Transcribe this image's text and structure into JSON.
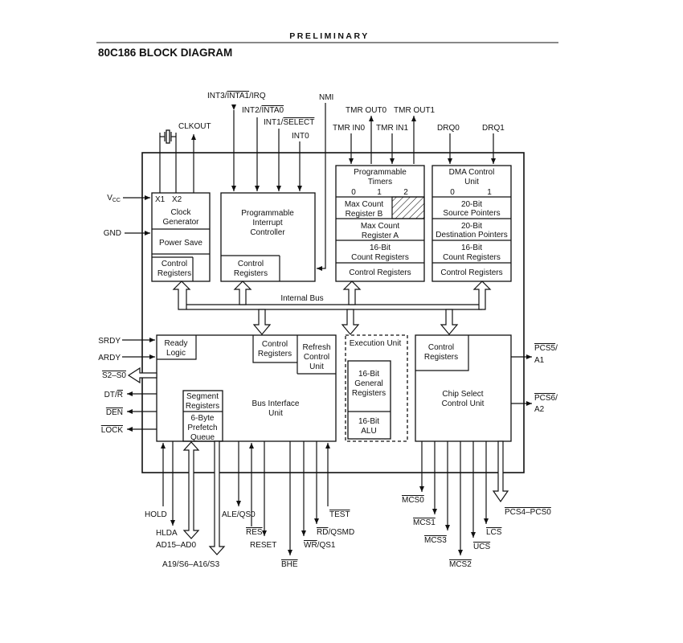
{
  "header": "PRELIMINARY",
  "title": "80C186 BLOCK DIAGRAM",
  "blocks": {
    "clock": {
      "x1": "X1",
      "x2": "X2",
      "title": [
        "Clock",
        "Generator"
      ],
      "power_save": "Power Save",
      "control": [
        "Control",
        "Registers"
      ]
    },
    "interrupt": {
      "title": [
        "Programmable",
        "Interrupt",
        "Controller"
      ],
      "control": [
        "Control",
        "Registers"
      ]
    },
    "timers": {
      "title": [
        "Programmable",
        "Timers"
      ],
      "nums": [
        "0",
        "1",
        "2"
      ],
      "max_b": [
        "Max Count",
        "Register B"
      ],
      "max_a": [
        "Max Count",
        "Register A"
      ],
      "count": [
        "16-Bit",
        "Count Registers"
      ],
      "control": "Control Registers"
    },
    "dma": {
      "title": [
        "DMA Control",
        "Unit"
      ],
      "nums": [
        "0",
        "1"
      ],
      "src": [
        "20-Bit",
        "Source Pointers"
      ],
      "dst": [
        "20-Bit",
        "Destination Pointers"
      ],
      "count": [
        "16-Bit",
        "Count Registers"
      ],
      "control": "Control Registers"
    },
    "internal_bus": "Internal Bus",
    "biu": {
      "title": [
        "Bus Interface",
        "Unit"
      ],
      "ready": [
        "Ready",
        "Logic"
      ],
      "control": [
        "Control",
        "Registers"
      ],
      "refresh": [
        "Refresh",
        "Control",
        "Unit"
      ],
      "segment": [
        "Segment",
        "Registers"
      ],
      "prefetch": [
        "6-Byte",
        "Prefetch",
        "Queue"
      ]
    },
    "exec": {
      "title": "Execution Unit",
      "gpr": [
        "16-Bit",
        "General",
        "Registers"
      ],
      "alu": [
        "16-Bit",
        "ALU"
      ]
    },
    "chipsel": {
      "title": [
        "Chip Select",
        "Control Unit"
      ],
      "control": [
        "Control",
        "Registers"
      ]
    }
  },
  "pins": {
    "int3": [
      "INT3/",
      "INTA1",
      "/IRQ"
    ],
    "int2": [
      "INT2/",
      "INTA0",
      ""
    ],
    "int1": [
      "INT1/",
      "SELECT",
      ""
    ],
    "int0": "INT0",
    "nmi": "NMI",
    "clkout": "CLKOUT",
    "vcc": [
      "V",
      "CC"
    ],
    "gnd": "GND",
    "tmr_out0": "TMR OUT0",
    "tmr_out1": "TMR OUT1",
    "tmr_in0": "TMR IN0",
    "tmr_in1": "TMR IN1",
    "drq0": "DRQ0",
    "drq1": "DRQ1",
    "srdy": "SRDY",
    "ardy": "ARDY",
    "s2s0": "S2–S0",
    "dtr": [
      "DT/",
      "R"
    ],
    "den": "DEN",
    "lock": "LOCK",
    "hold": "HOLD",
    "hlda": "HLDA",
    "ad": "AD15–AD0",
    "a19": "A19/S6–A16/S3",
    "ale": "ALE/QS0",
    "res": "RES",
    "reset": "RESET",
    "bhe": "BHE",
    "wr": [
      "WR",
      "/QS1"
    ],
    "rd": [
      "RD",
      "/QSMD"
    ],
    "test": "TEST",
    "pcs5": [
      "PCS5",
      "/",
      "A1"
    ],
    "pcs6": [
      "PCS6",
      "/",
      "A2"
    ],
    "mcs0": "MCS0",
    "mcs1": "MCS1",
    "mcs3": "MCS3",
    "mcs2": "MCS2",
    "lcs": "LCS",
    "ucs": "UCS",
    "pcs4": "PCS4–PCS0"
  }
}
